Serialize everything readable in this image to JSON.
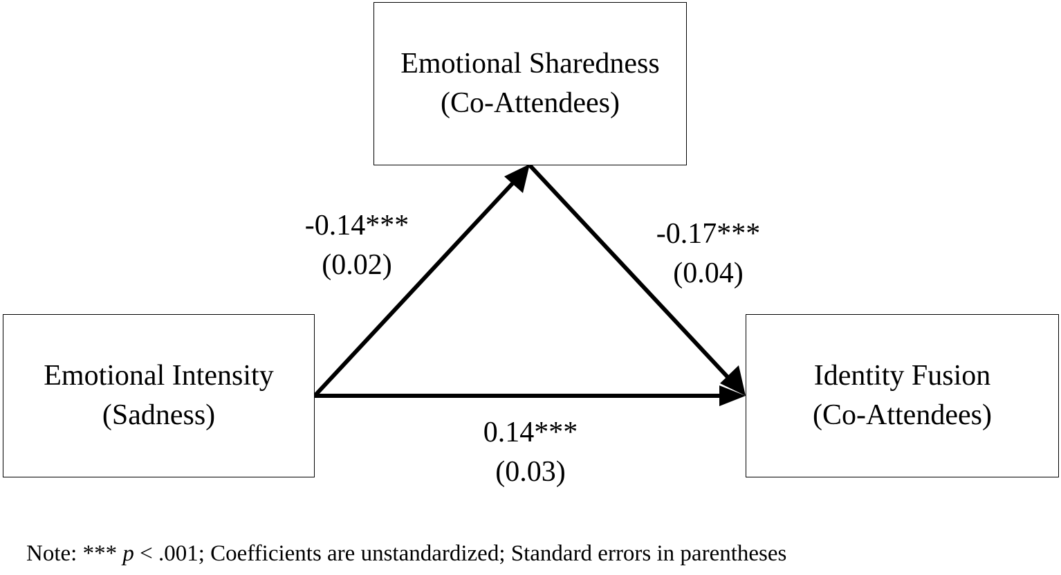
{
  "boxes": {
    "mediator": {
      "line1": "Emotional Sharedness",
      "line2": "(Co-Attendees)"
    },
    "predictor": {
      "line1": "Emotional Intensity",
      "line2": "(Sadness)"
    },
    "outcome": {
      "line1": "Identity Fusion",
      "line2": "(Co-Attendees)"
    }
  },
  "paths": {
    "a": {
      "coefficient": "-0.14***",
      "se": "(0.02)"
    },
    "b": {
      "coefficient": "-0.17***",
      "se": "(0.04)"
    },
    "c": {
      "coefficient": "0.14***",
      "se": "(0.03)"
    }
  },
  "note": {
    "prefix": "Note: *** ",
    "p": "p",
    "suffix": " < .001; Coefficients are unstandardized; Standard errors in parentheses"
  }
}
